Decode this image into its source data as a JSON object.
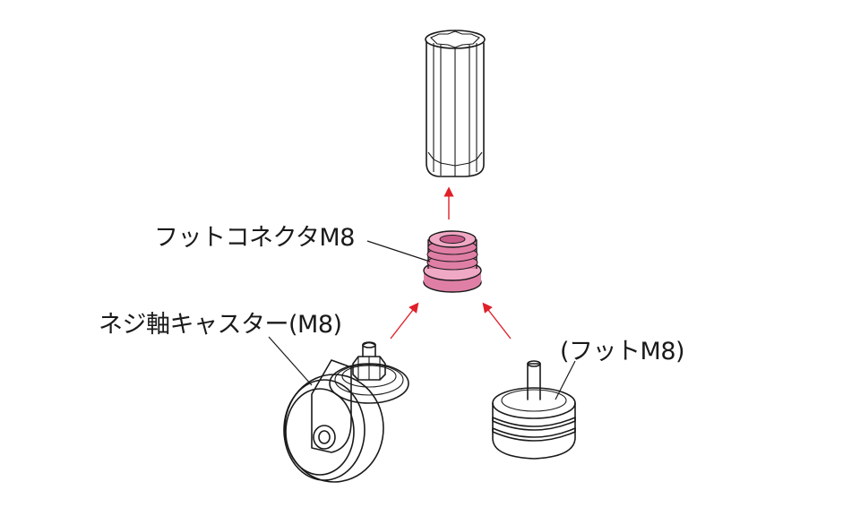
{
  "labels": {
    "connector": "フットコネクタM8",
    "caster": "ネジ軸キャスター(M8)",
    "foot": "(フットM8)"
  },
  "colors": {
    "connector_fill": "#e07fa6",
    "connector_shade": "#c75c8a",
    "arrow": "#e0202a",
    "line": "#1a1a1a"
  }
}
